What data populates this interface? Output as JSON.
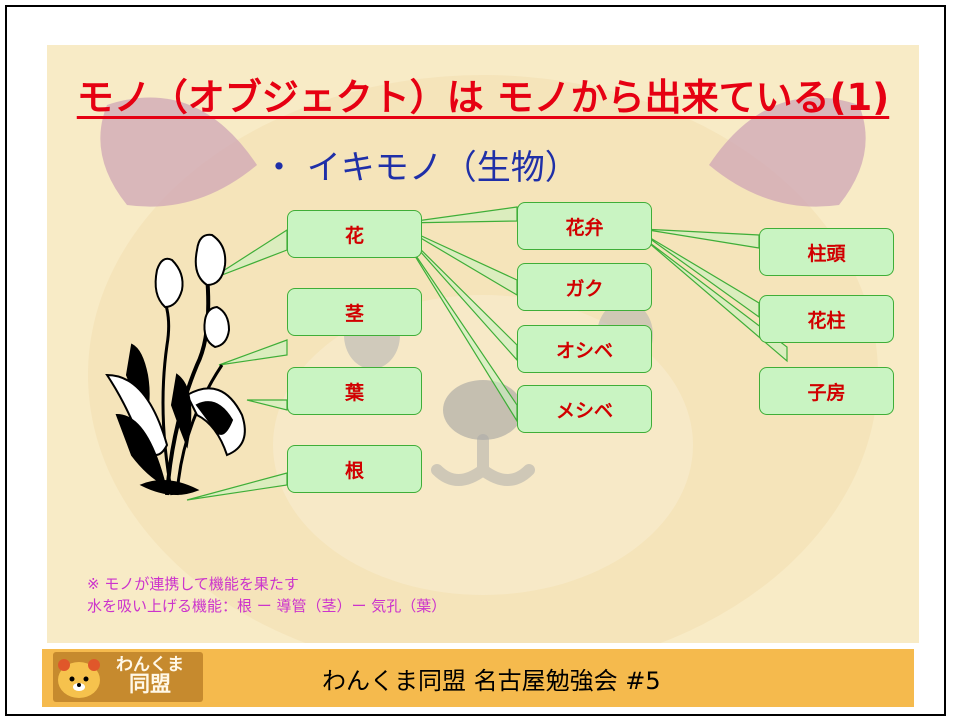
{
  "title": "モノ（オブジェクト）は モノから出来ている(1)",
  "bullet": "・ イキモノ（生物）",
  "boxes": {
    "hana": "花",
    "kuki": "茎",
    "ha": "葉",
    "ne": "根",
    "kaben": "花弁",
    "gaku": "ガク",
    "oshibe": "オシベ",
    "meshibe": "メシベ",
    "chuto": "柱頭",
    "kachu": "花柱",
    "shibo": "子房"
  },
  "notes": {
    "line1": "※ モノが連携して機能を果たす",
    "line2": "水を吸い上げる機能：根 ー 導管（茎）ー 気孔（葉）"
  },
  "footer": {
    "logo_line1": "わんくま",
    "logo_line2": "同盟",
    "text": "わんくま同盟 名古屋勉強会 #5"
  },
  "colors": {
    "title": "#e60012",
    "bullet": "#1f2fa8",
    "box_fill": "#c9f4c2",
    "box_border": "#3fae38",
    "box_text": "#d10000",
    "note": "#cc33cc",
    "footer_bg": "#f5ba4d"
  }
}
